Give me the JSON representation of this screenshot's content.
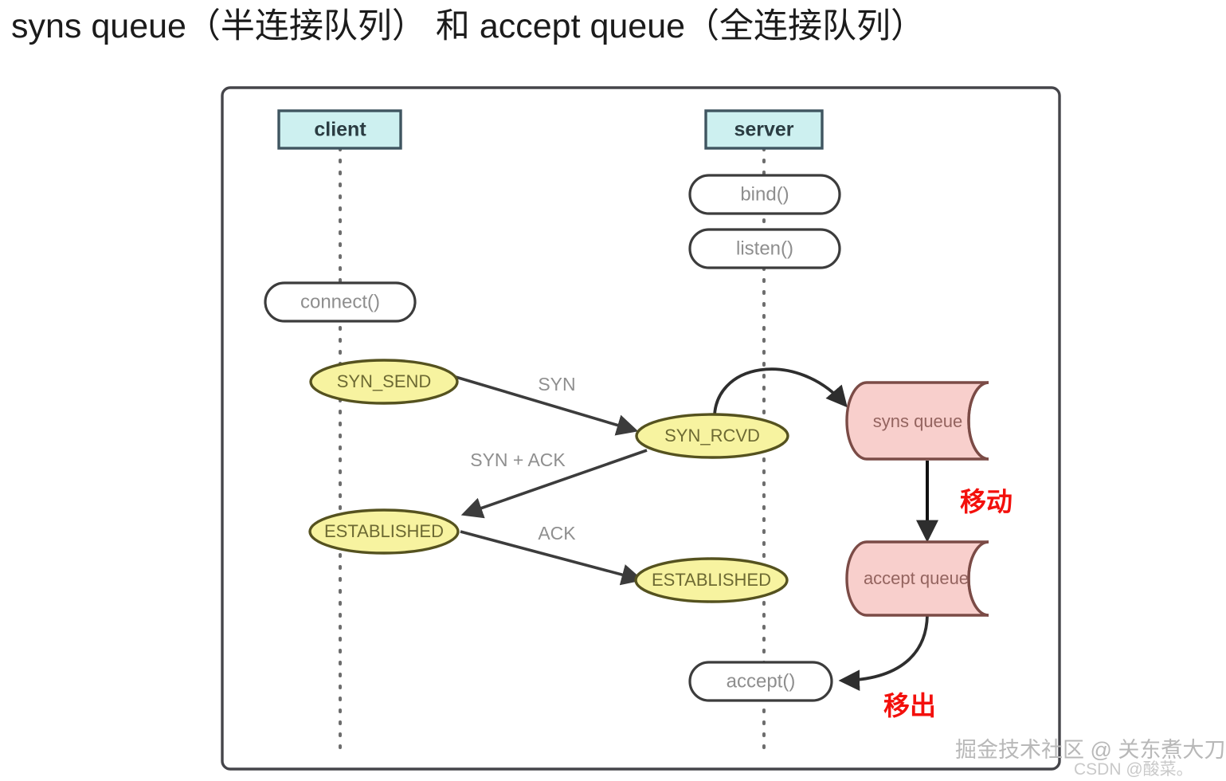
{
  "title": "syns queue（半连接队列） 和 accept queue（全连接队列）",
  "colors": {
    "lane_fill": "#cdf0f0",
    "lane_stroke": "#3f5560",
    "call_fill": "#ffffff",
    "call_stroke": "#3c3c3c",
    "state_fill": "#f7f3a0",
    "state_stroke": "#55521f",
    "queue_fill": "#f8cfcc",
    "queue_stroke": "#7b4b46",
    "frame_stroke": "#45454a",
    "lifeline": "#6d6d6d",
    "arrow": "#3c3c3c",
    "annotation_red": "#f3100c",
    "title_text": "#1b1b1b",
    "background": "#ffffff"
  },
  "lanes": [
    {
      "name": "client",
      "label": "client"
    },
    {
      "name": "server",
      "label": "server"
    }
  ],
  "calls": [
    {
      "name": "connect",
      "label": "connect()",
      "lane": "client"
    },
    {
      "name": "bind",
      "label": "bind()",
      "lane": "server"
    },
    {
      "name": "listen",
      "label": "listen()",
      "lane": "server"
    },
    {
      "name": "accept",
      "label": "accept()",
      "lane": "server"
    }
  ],
  "states": [
    {
      "name": "syn-send",
      "label": "SYN_SEND",
      "lane": "client"
    },
    {
      "name": "syn-rcvd",
      "label": "SYN_RCVD",
      "lane": "server"
    },
    {
      "name": "established-client",
      "label": "ESTABLISHED",
      "lane": "client"
    },
    {
      "name": "established-server",
      "label": "ESTABLISHED",
      "lane": "server"
    }
  ],
  "queues": [
    {
      "name": "syns-queue",
      "label": "syns queue"
    },
    {
      "name": "accept-queue",
      "label": "accept queue"
    }
  ],
  "messages": [
    {
      "name": "syn",
      "label": "SYN"
    },
    {
      "name": "syn-ack",
      "label": "SYN + ACK"
    },
    {
      "name": "ack",
      "label": "ACK"
    }
  ],
  "annotations": [
    {
      "name": "move-in",
      "label": "移动"
    },
    {
      "name": "move-out",
      "label": "移出"
    }
  ],
  "watermarks": [
    {
      "name": "juejin",
      "label": "掘金技术社区 @ 关东煮大刀"
    },
    {
      "name": "csdn",
      "label": "CSDN @酸菜。"
    }
  ]
}
